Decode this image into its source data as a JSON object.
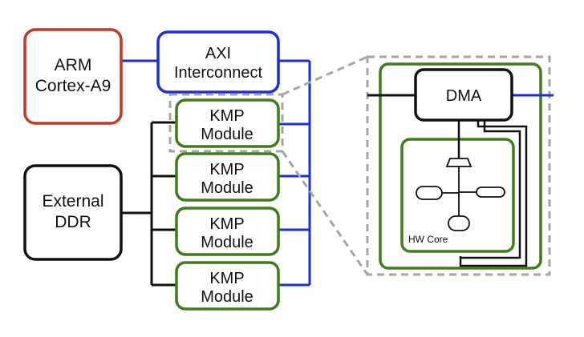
{
  "blocks": {
    "arm": {
      "line1": "ARM",
      "line2": "Cortex-A9",
      "color": "#c0392b"
    },
    "axi": {
      "line1": "AXI",
      "line2": "Interconnect",
      "color": "#1f2fd6"
    },
    "ddr": {
      "line1": "External",
      "line2": "DDR",
      "color": "#111111"
    },
    "kmp_modules": [
      {
        "line1": "KMP",
        "line2": "Module"
      },
      {
        "line1": "KMP",
        "line2": "Module"
      },
      {
        "line1": "KMP",
        "line2": "Module"
      },
      {
        "line1": "KMP",
        "line2": "Module"
      }
    ],
    "kmp_color": "#3f7d1a"
  },
  "zoom": {
    "dma_label": "DMA",
    "hw_core_label": "HW Core"
  },
  "colors": {
    "bus_blue": "#1f2fd6",
    "memory_black": "#111111",
    "module_green": "#3f7d1a",
    "zoom_dash_gray": "#a6a6a6"
  }
}
